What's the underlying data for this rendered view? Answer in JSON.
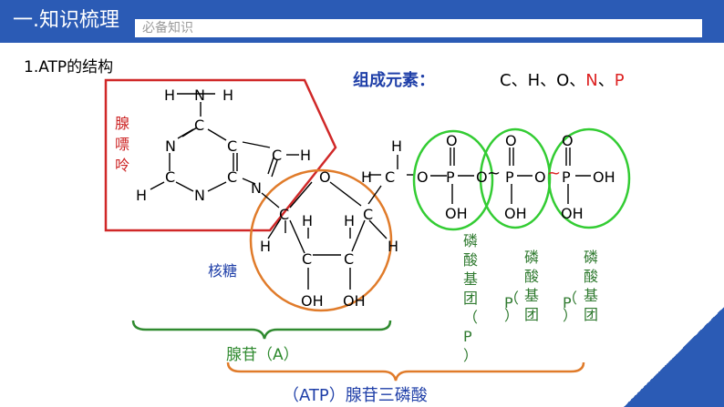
{
  "header": {
    "title": "一.知识梳理",
    "subtitle": "必备知识"
  },
  "section_title": "1.ATP的结构",
  "elements": {
    "label": "组成元素：",
    "plain": "C、H、O、",
    "n": "N",
    "sep": "、",
    "p": "P"
  },
  "adenine_label": "腺嘌呤",
  "ribose_label": "核糖",
  "phosphate_label": "磷酸基团（P）",
  "adenosine_label": "腺苷（A）",
  "atp_label": "（ATP）腺苷三磷酸",
  "atoms": {
    "H": "H",
    "N": "N",
    "C": "C",
    "O": "O",
    "P": "P",
    "OH": "OH",
    "bond": "~"
  },
  "colors": {
    "header": "#2b5bb5",
    "adenine": "#cc2222",
    "ribose": "#e07b2a",
    "phosphate": "#33cc33",
    "elements_label": "#1f3fa8",
    "brace_green": "#2f8a2f",
    "brace_orange": "#e07b2a",
    "phosphate_text": "#2f7a2f",
    "atp_text": "#1f3fa8"
  }
}
